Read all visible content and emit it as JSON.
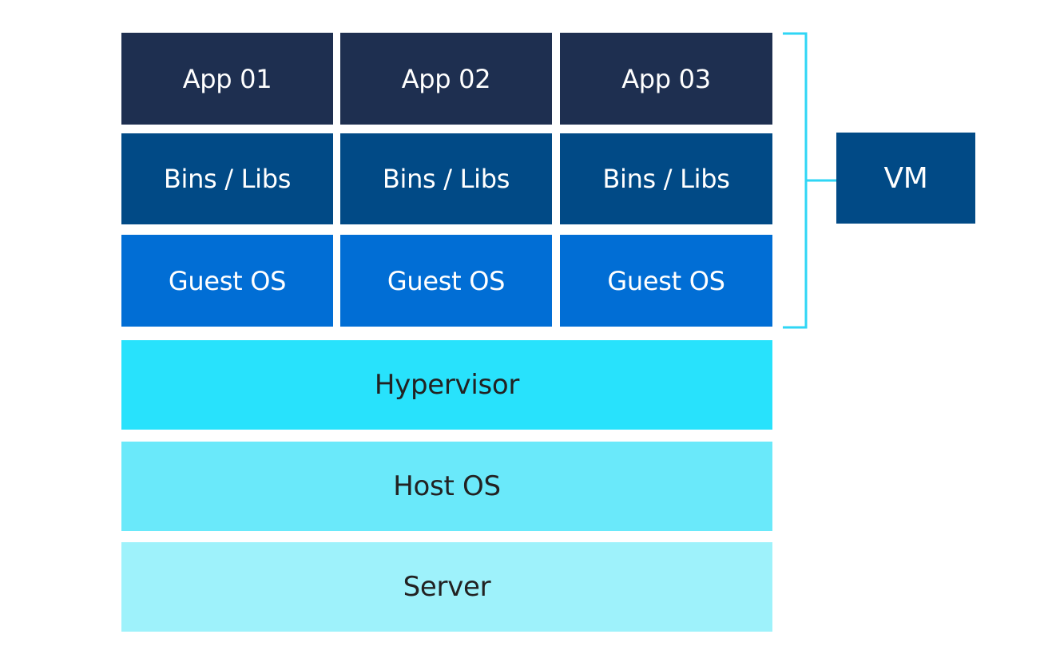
{
  "vm_stack": {
    "columns": [
      {
        "app": "App 01",
        "bins": "Bins / Libs",
        "guest_os": "Guest OS"
      },
      {
        "app": "App 02",
        "bins": "Bins / Libs",
        "guest_os": "Guest OS"
      },
      {
        "app": "App 03",
        "bins": "Bins / Libs",
        "guest_os": "Guest OS"
      }
    ]
  },
  "layers": {
    "hypervisor": "Hypervisor",
    "host_os": "Host OS",
    "server": "Server"
  },
  "vm_label": "VM",
  "colors": {
    "app": "#1e2f50",
    "bins": "#014a86",
    "guest_os": "#016ed5",
    "hypervisor": "#28e2fc",
    "host_os": "#6ae9fa",
    "server": "#9ef2fb",
    "bracket": "#2fd6f5"
  }
}
